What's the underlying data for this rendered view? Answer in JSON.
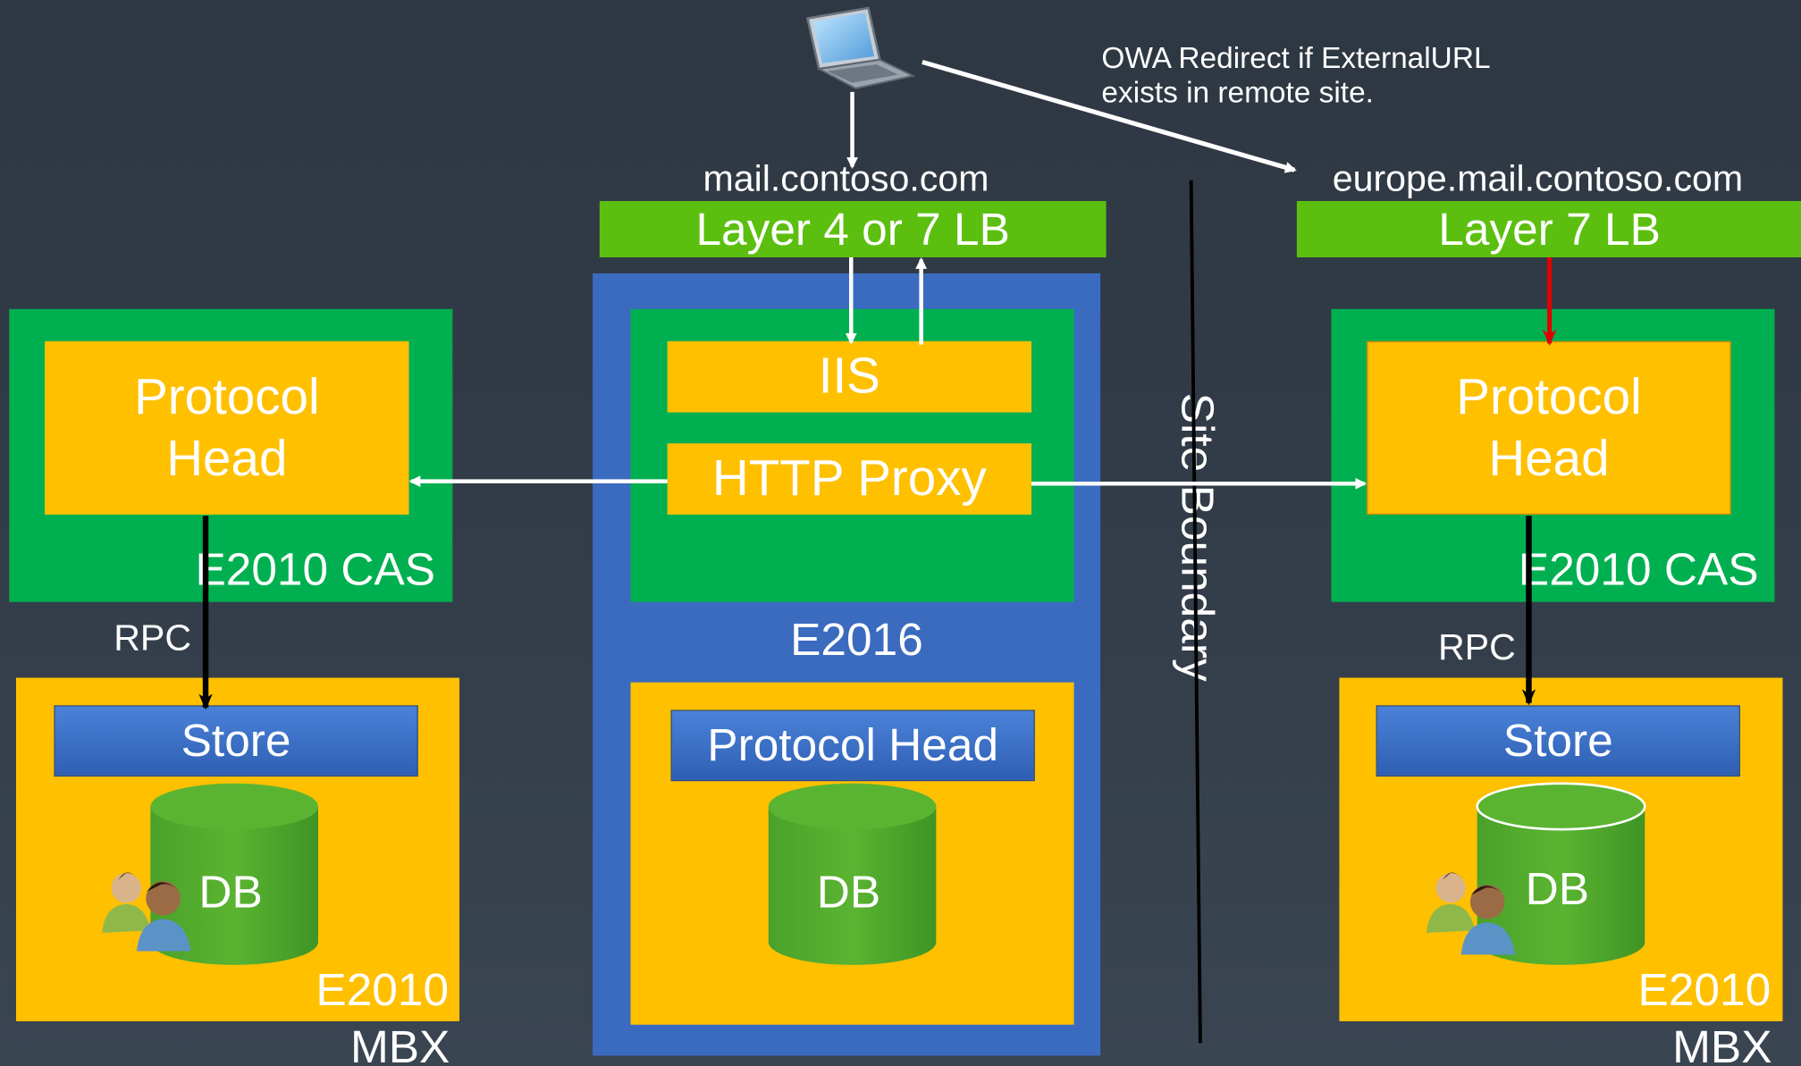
{
  "top": {
    "owa_note_line1": "OWA Redirect if ExternalURL",
    "owa_note_line2": "exists in remote site.",
    "icon_client": "laptop-icon"
  },
  "left": {
    "protocol_head_line1": "Protocol",
    "protocol_head_line2": "Head",
    "cas_label": "E2010 CAS",
    "rpc_label": "RPC",
    "store_label": "Store",
    "db_label": "DB",
    "mbx_line1": "E2010",
    "mbx_line2": "MBX",
    "icon_users": "users-icon"
  },
  "center": {
    "url": "mail.contoso.com",
    "lb_label": "Layer 4 or 7 LB",
    "iis_label": "IIS",
    "http_proxy_label": "HTTP Proxy",
    "server_label": "E2016",
    "protocol_head_label": "Protocol Head",
    "db_label": "DB"
  },
  "boundary": {
    "label": "Site Boundary"
  },
  "right": {
    "url": "europe.mail.contoso.com",
    "lb_label": "Layer 7 LB",
    "protocol_head_line1": "Protocol",
    "protocol_head_line2": "Head",
    "cas_label": "E2010 CAS",
    "rpc_label": "RPC",
    "store_label": "Store",
    "db_label": "DB",
    "mbx_line1": "E2010",
    "mbx_line2": "MBX",
    "icon_users": "users-icon"
  },
  "colors": {
    "background": "#323c48",
    "cas_green": "#00b050",
    "orange": "#ffc000",
    "e2016_blue": "#3a6bbf",
    "lb_green": "#5cbf10",
    "db_green": "#4ea72e",
    "red_arrow": "#e00000"
  }
}
